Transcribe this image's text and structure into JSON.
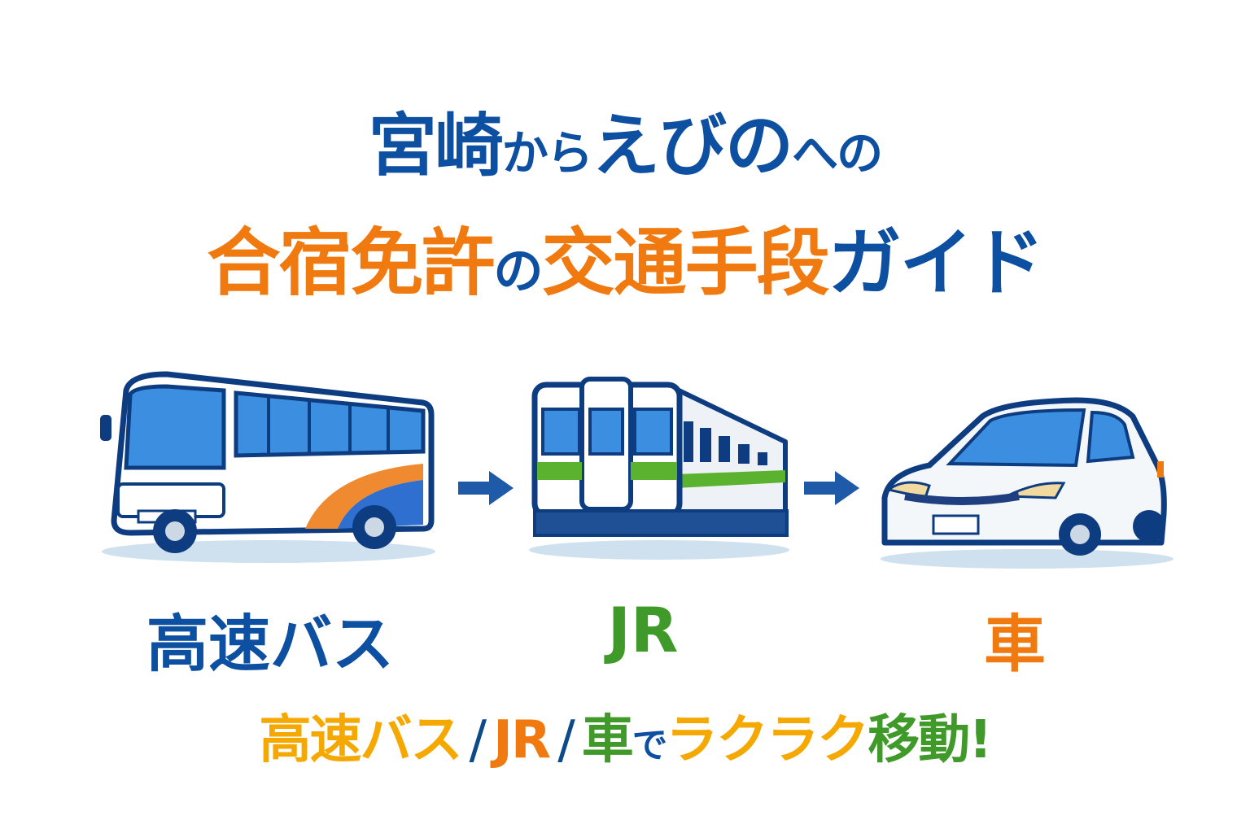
{
  "title": {
    "line1": {
      "part1": "宮崎",
      "part2": "から",
      "part3": "えびの",
      "part4": "への"
    },
    "line2": {
      "part1": "合宿免許",
      "part2": "の",
      "part3": "交通手段",
      "part4": "ガイド"
    }
  },
  "modes": [
    {
      "label": "高速バス",
      "icon": "bus-icon"
    },
    {
      "label": "JR",
      "icon": "train-icon"
    },
    {
      "label": "車",
      "icon": "car-icon"
    }
  ],
  "tagline": {
    "bus": "高速バス",
    "sep": "/",
    "jr": "JR",
    "car": "車",
    "de": "で",
    "easy": "ラクラク",
    "move": "移動!"
  },
  "colors": {
    "blue": "#0d4fa0",
    "orange": "#f07a10",
    "green": "#3f9a2a",
    "yellow": "#f5a800"
  }
}
